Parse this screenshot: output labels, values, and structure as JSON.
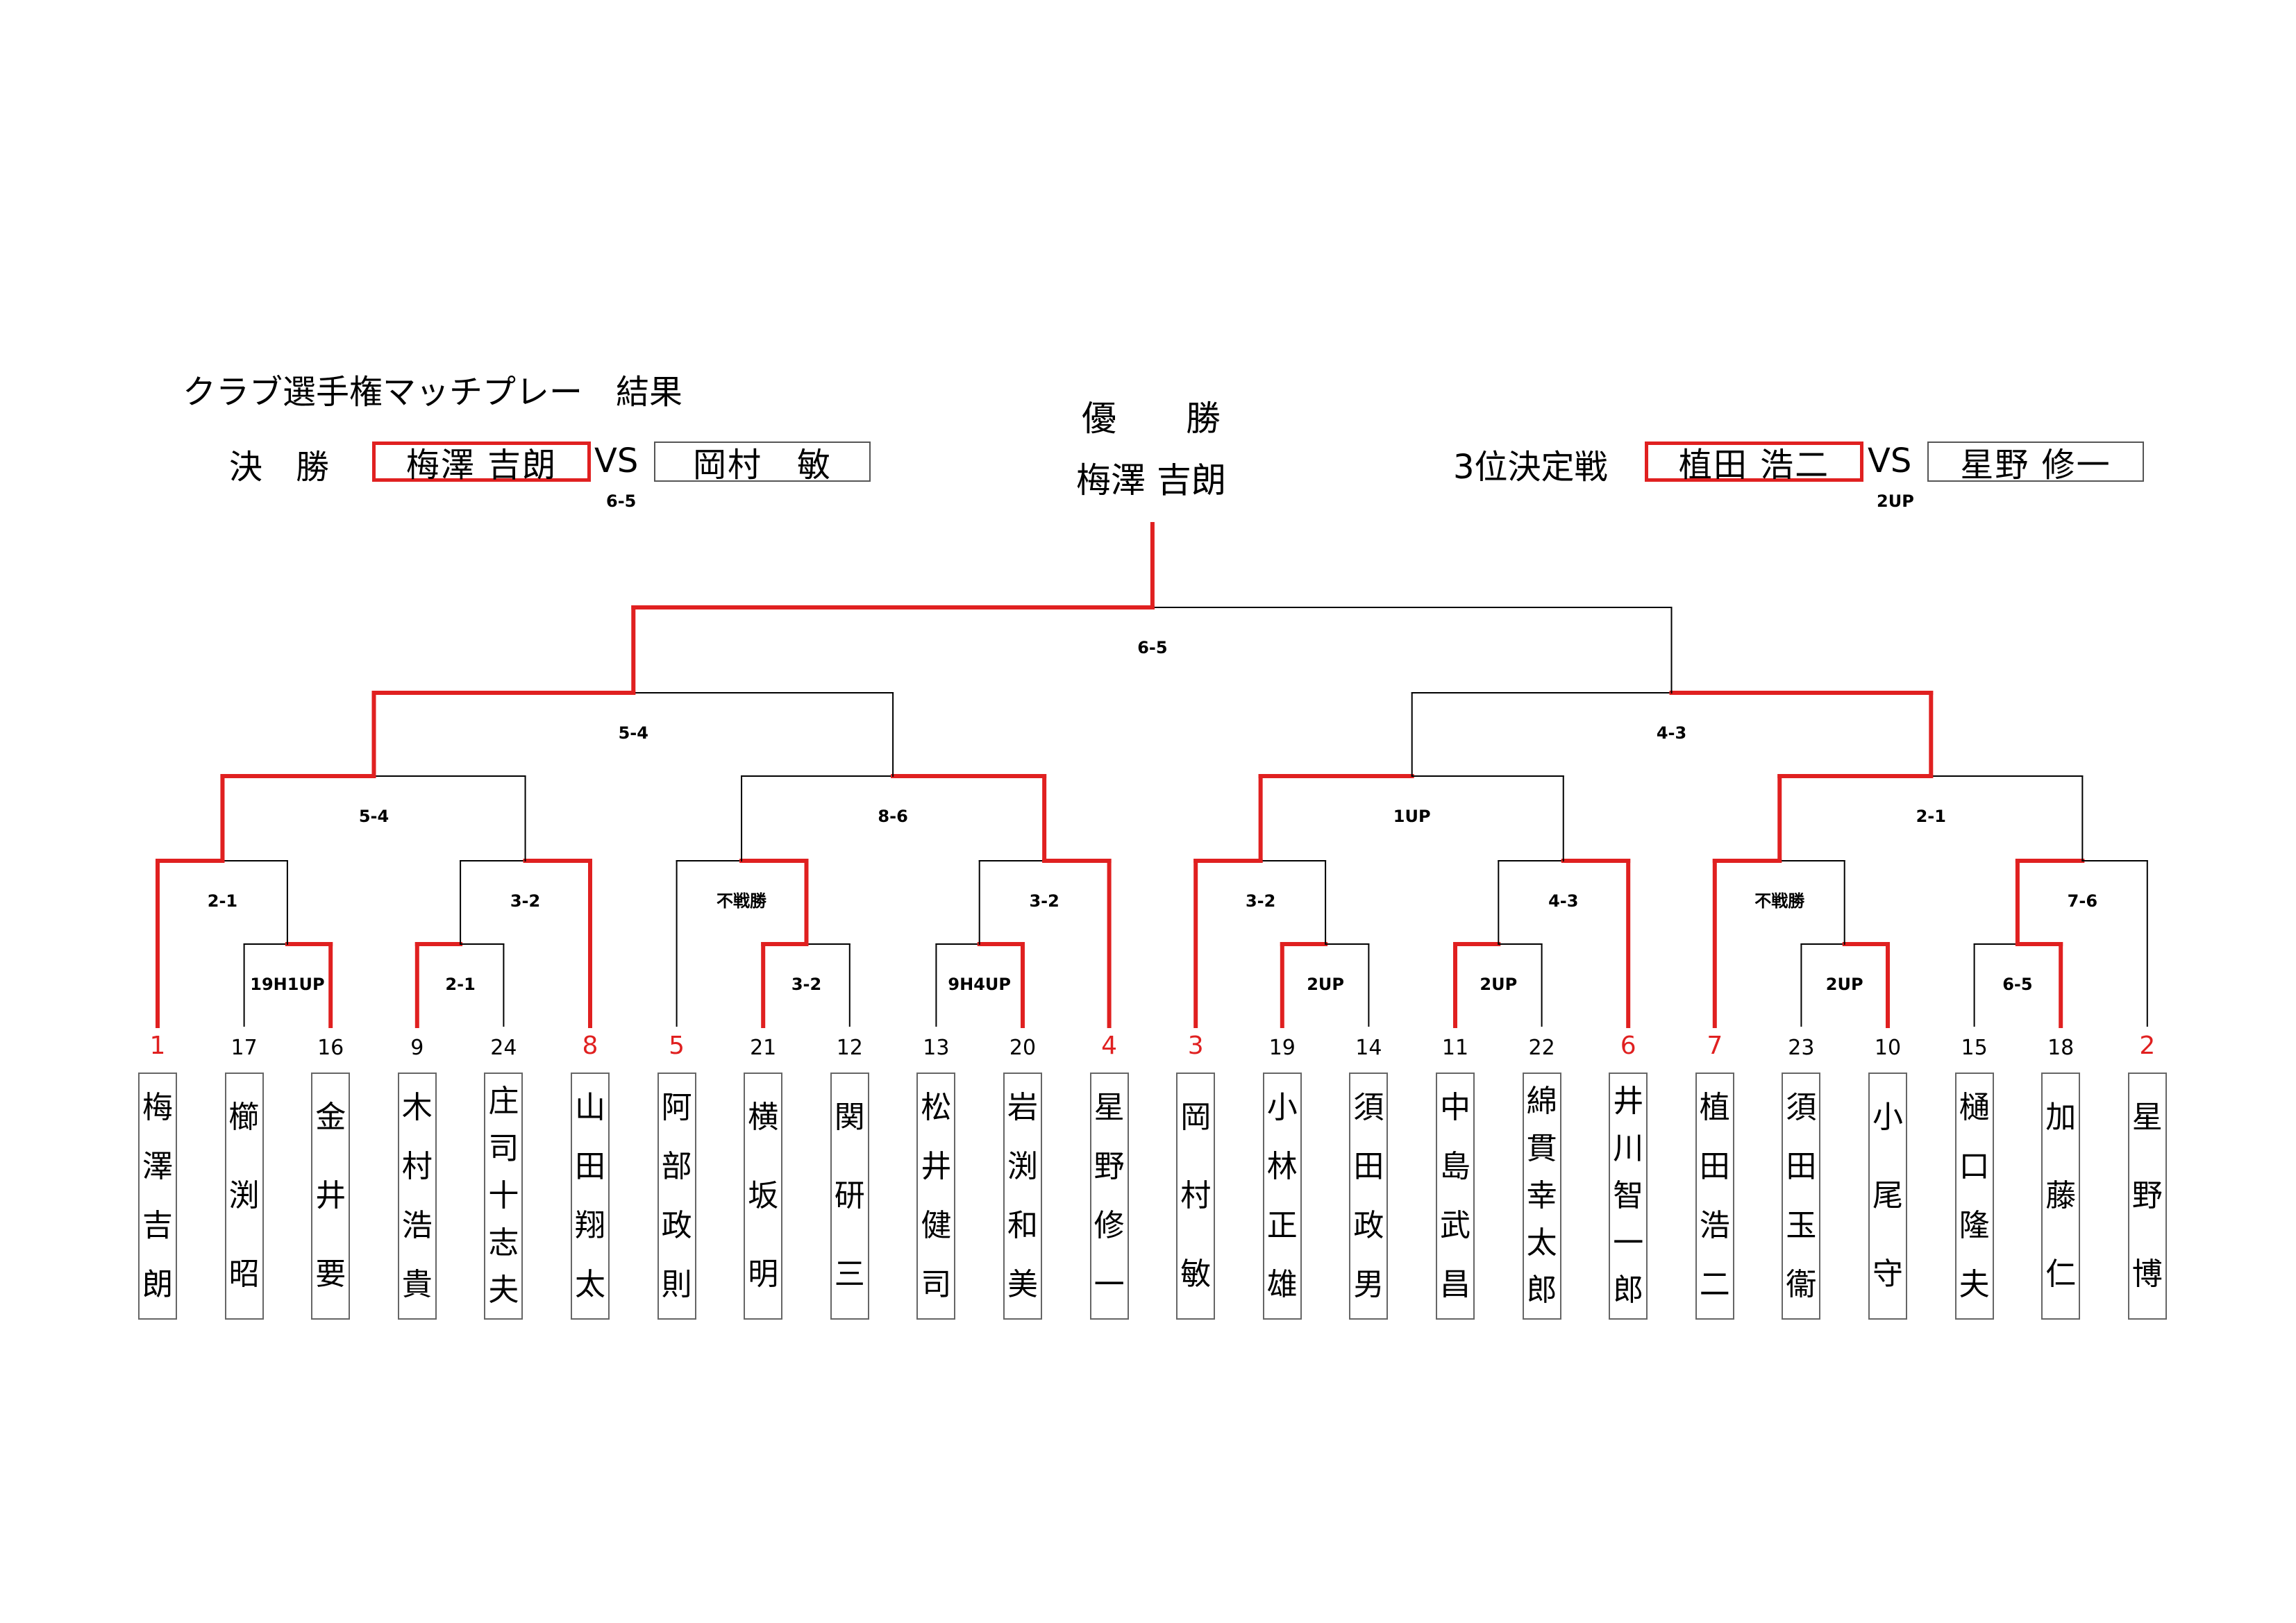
{
  "title": "クラブ選手権マッチプレー　結果",
  "final": {
    "label": "決　勝",
    "winner": "梅澤 吉朗",
    "vs": "VS",
    "loser": "岡村　敏",
    "score": "6-5"
  },
  "third_place": {
    "label": "3位決定戦",
    "winner": "植田 浩二",
    "vs": "VS",
    "loser": "星野 修一",
    "score": "2UP"
  },
  "champion": {
    "label": "優　　勝",
    "name": "梅澤 吉朗"
  },
  "colors": {
    "winner_line": "#e02020",
    "loser_line": "#000000",
    "top_seed_number": "#e02020"
  },
  "players": [
    {
      "seed": "1",
      "name": "梅澤吉朗",
      "top_seed": true
    },
    {
      "seed": "17",
      "name": "櫛渕昭",
      "top_seed": false
    },
    {
      "seed": "16",
      "name": "金井要",
      "top_seed": false
    },
    {
      "seed": "9",
      "name": "木村浩貴",
      "top_seed": false
    },
    {
      "seed": "24",
      "name": "庄司十志夫",
      "top_seed": false
    },
    {
      "seed": "8",
      "name": "山田翔太",
      "top_seed": true
    },
    {
      "seed": "5",
      "name": "阿部政則",
      "top_seed": true
    },
    {
      "seed": "21",
      "name": "横坂明",
      "top_seed": false
    },
    {
      "seed": "12",
      "name": "関研三",
      "top_seed": false
    },
    {
      "seed": "13",
      "name": "松井健司",
      "top_seed": false
    },
    {
      "seed": "20",
      "name": "岩渕和美",
      "top_seed": false
    },
    {
      "seed": "4",
      "name": "星野修一",
      "top_seed": true
    },
    {
      "seed": "3",
      "name": "岡村敏",
      "top_seed": true
    },
    {
      "seed": "19",
      "name": "小林正雄",
      "top_seed": false
    },
    {
      "seed": "14",
      "name": "須田政男",
      "top_seed": false
    },
    {
      "seed": "11",
      "name": "中島武昌",
      "top_seed": false
    },
    {
      "seed": "22",
      "name": "綿貫幸太郎",
      "top_seed": false
    },
    {
      "seed": "6",
      "name": "井川智一郎",
      "top_seed": true
    },
    {
      "seed": "7",
      "name": "植田浩二",
      "top_seed": true
    },
    {
      "seed": "23",
      "name": "須田玉衞",
      "top_seed": false
    },
    {
      "seed": "10",
      "name": "小尾守",
      "top_seed": false
    },
    {
      "seed": "15",
      "name": "樋口隆夫",
      "top_seed": false
    },
    {
      "seed": "18",
      "name": "加藤仁",
      "top_seed": false
    },
    {
      "seed": "2",
      "name": "星野博",
      "top_seed": true
    }
  ],
  "match_scores": {
    "r1": [
      "19H1UP",
      "2-1",
      "9H4UP",
      "2UP",
      "2UP",
      "2UP",
      "6-5"
    ],
    "r2": [
      "2-1",
      "3-2",
      "不戦勝",
      "3-2",
      "3-2",
      "4-3",
      "不戦勝",
      "7-6"
    ],
    "r3": [
      "5-4",
      "8-6",
      "1UP",
      "2-1"
    ],
    "r4": [
      "5-4",
      "4-3"
    ],
    "final": "6-5"
  }
}
